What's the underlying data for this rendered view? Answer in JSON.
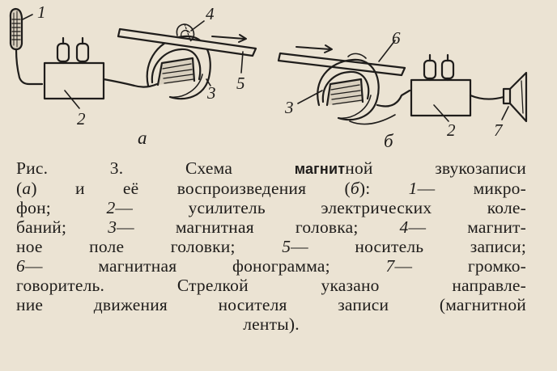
{
  "figure": {
    "part_a": {
      "sublabel": "а",
      "labels": {
        "microphone": "1",
        "amplifier": "2",
        "head": "3",
        "field": "4",
        "carrier": "5"
      }
    },
    "part_b": {
      "sublabel": "б",
      "labels": {
        "head": "3",
        "phonogram": "6",
        "amplifier": "2",
        "speaker": "7"
      }
    }
  },
  "caption": {
    "lines": [
      [
        "Рис. 3. Схема ",
        "магнит",
        "ной звукозаписи"
      ],
      [
        "(",
        "а",
        ") и её воспроизведения (",
        "б",
        "): ",
        "1",
        "— микро-"
      ],
      [
        "фон; ",
        "2",
        "— усилитель электрических коле-"
      ],
      [
        "баний; ",
        "3",
        "— магнитная головка; ",
        "4",
        "— магнит-"
      ],
      [
        "ное поле головки; ",
        "5",
        "— носитель записи;"
      ],
      [
        "6",
        "— магнитная фонограмма; ",
        "7",
        "— громко-"
      ],
      [
        "говоритель. Стрелкой указано направле-"
      ],
      [
        "ние движения носителя записи (магнитной"
      ],
      [
        "ленты)."
      ]
    ]
  }
}
